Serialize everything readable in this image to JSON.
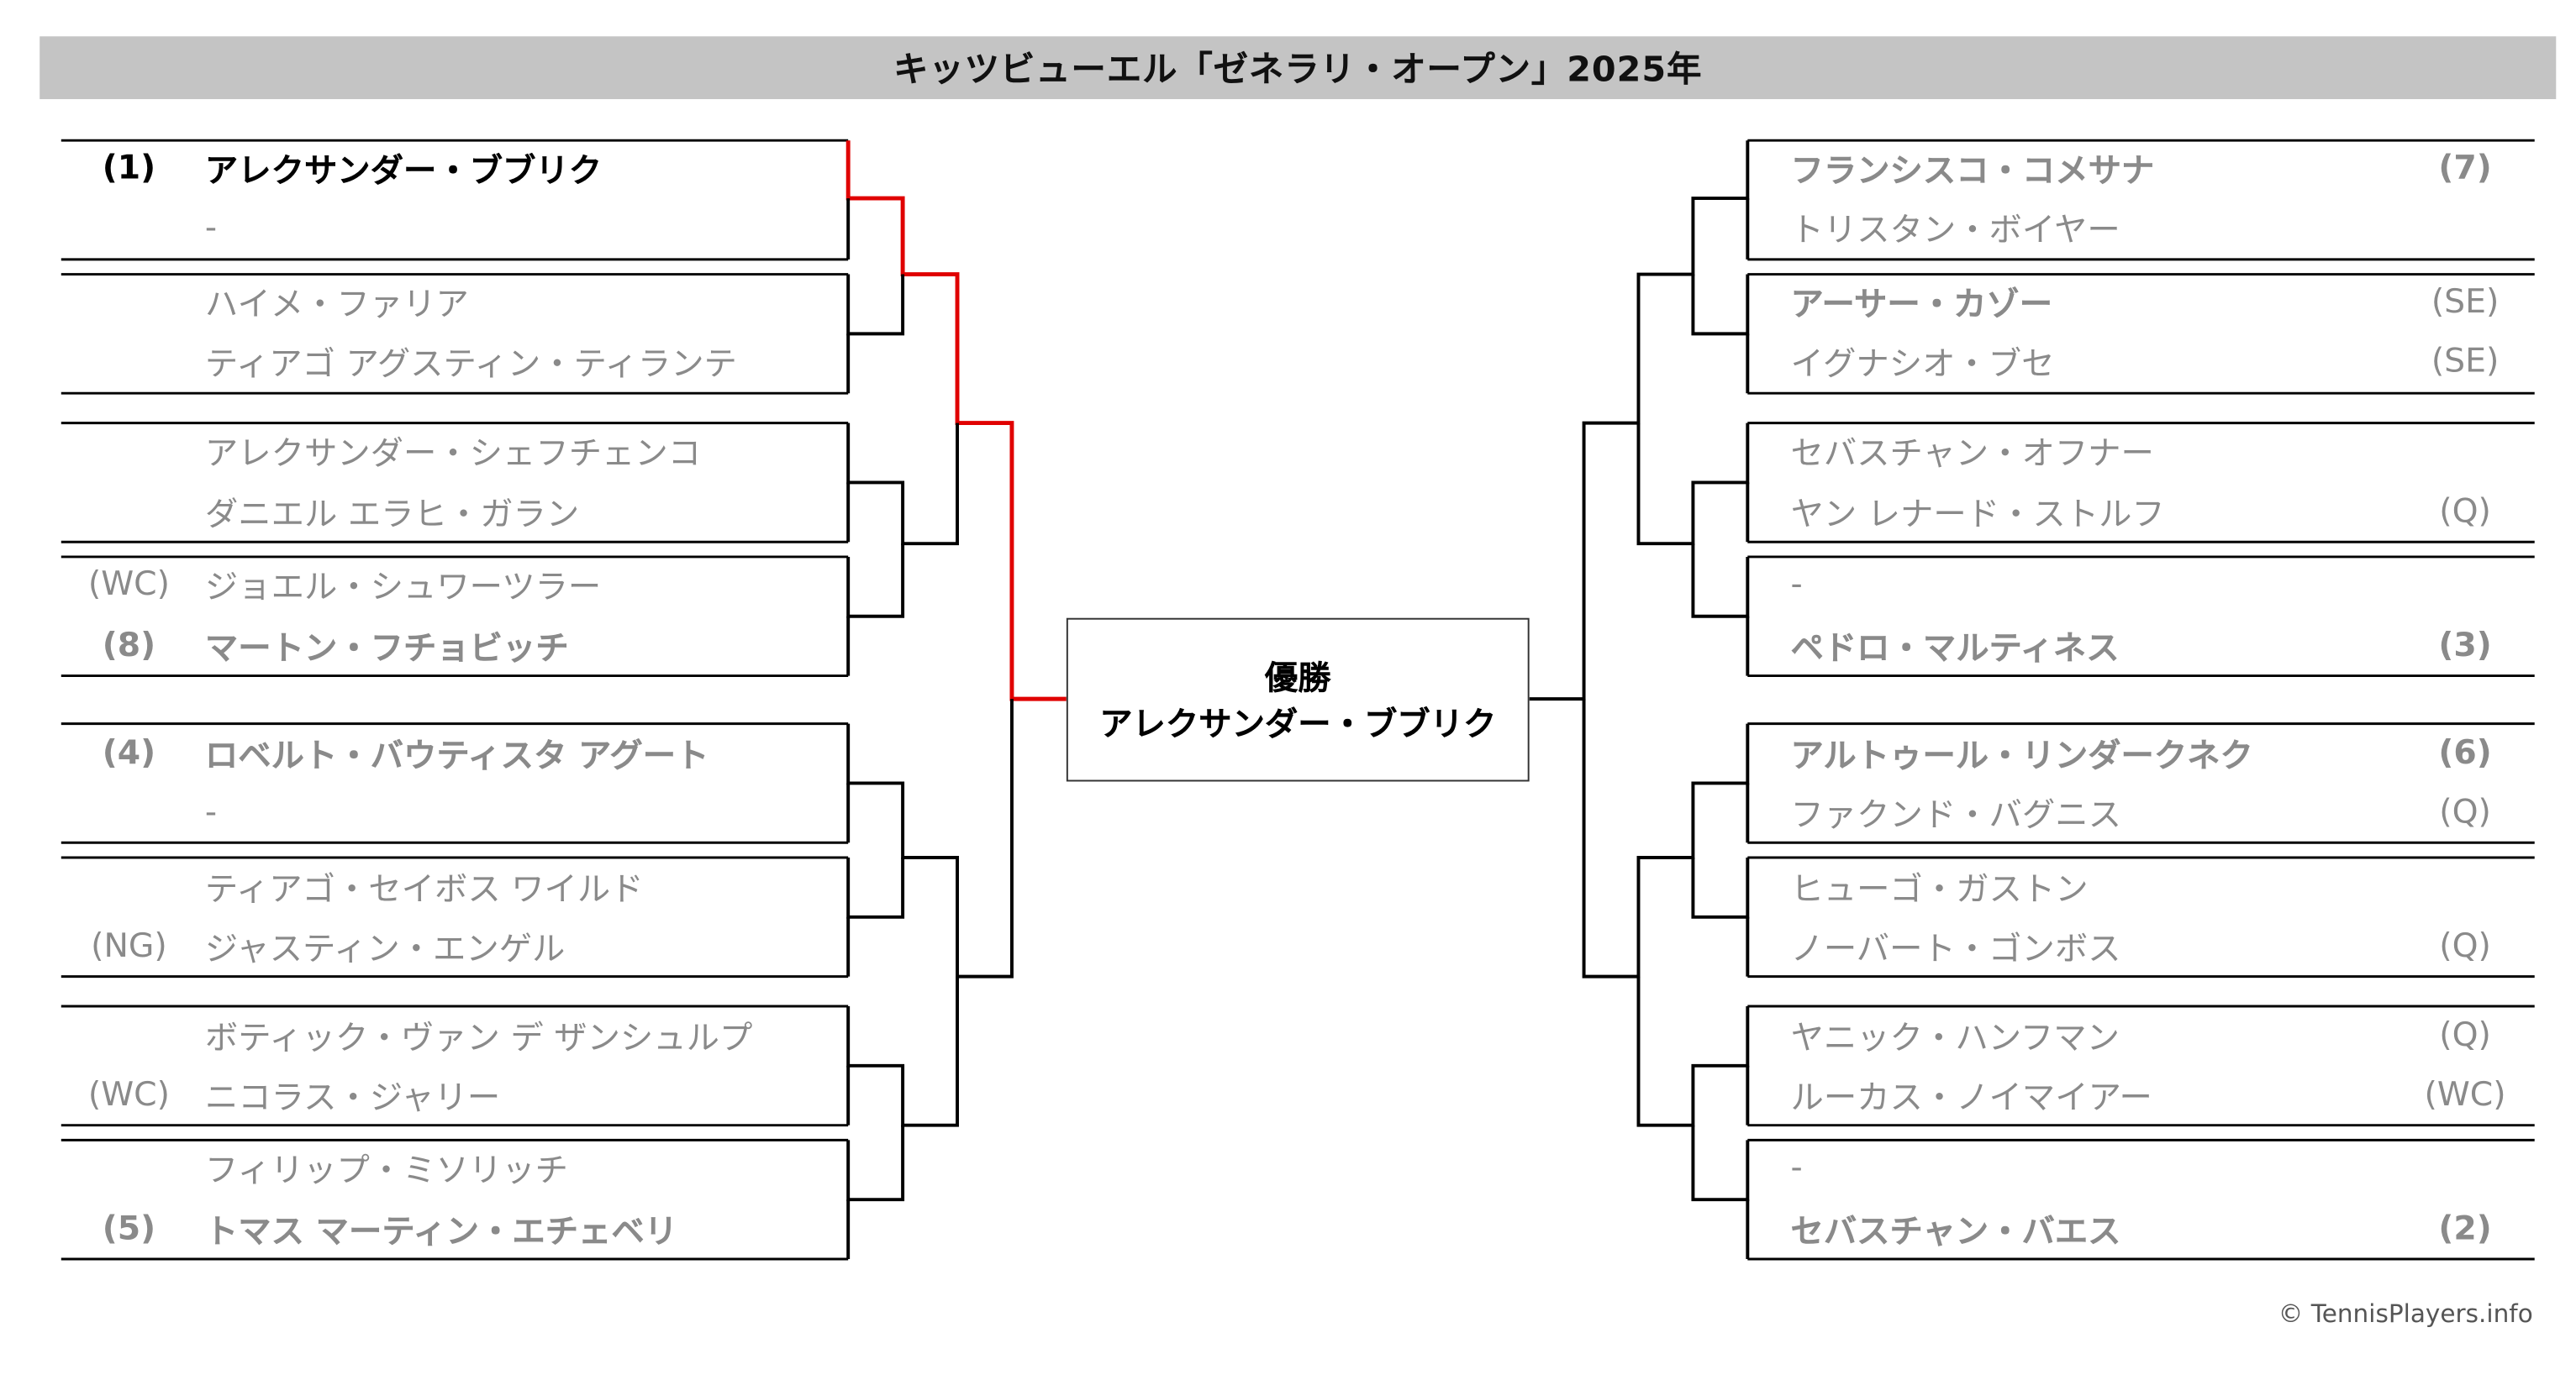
{
  "title": "キッツビューエル「ゼネラリ・オープン」2025年",
  "champion": {
    "label": "優勝",
    "name": "アレクサンダー・ブブリク"
  },
  "left_draw": [
    {
      "seed": "(1)",
      "name": "アレクサンダー・ブブリク",
      "bold": true,
      "winner": true
    },
    {
      "seed": "",
      "name": "-",
      "bold": false
    },
    {
      "seed": "",
      "name": "ハイメ・ファリア",
      "bold": false
    },
    {
      "seed": "",
      "name": "ティアゴ アグスティン・ティランテ",
      "bold": false
    },
    {
      "seed": "",
      "name": "アレクサンダー・シェフチェンコ",
      "bold": false
    },
    {
      "seed": "",
      "name": "ダニエル エラヒ・ガラン",
      "bold": false
    },
    {
      "seed": "(WC)",
      "name": "ジョエル・シュワーツラー",
      "bold": false
    },
    {
      "seed": "(8)",
      "name": "マートン・フチョビッチ",
      "bold": true
    },
    {
      "seed": "(4)",
      "name": "ロベルト・バウティスタ アグート",
      "bold": true
    },
    {
      "seed": "",
      "name": "-",
      "bold": false
    },
    {
      "seed": "",
      "name": "ティアゴ・セイボス ワイルド",
      "bold": false
    },
    {
      "seed": "(NG)",
      "name": "ジャスティン・エンゲル",
      "bold": false
    },
    {
      "seed": "",
      "name": "ボティック・ヴァン デ ザンシュルプ",
      "bold": false
    },
    {
      "seed": "(WC)",
      "name": "ニコラス・ジャリー",
      "bold": false
    },
    {
      "seed": "",
      "name": "フィリップ・ミソリッチ",
      "bold": false
    },
    {
      "seed": "(5)",
      "name": "トマス マーティン・エチェベリ",
      "bold": true
    }
  ],
  "right_draw": [
    {
      "seed": "(7)",
      "name": "フランシスコ・コメサナ",
      "bold": true
    },
    {
      "seed": "",
      "name": "トリスタン・ボイヤー",
      "bold": false
    },
    {
      "seed": "(SE)",
      "name": "アーサー・カゾー",
      "bold": true,
      "seed_normal": true
    },
    {
      "seed": "(SE)",
      "name": "イグナシオ・ブセ",
      "bold": false
    },
    {
      "seed": "",
      "name": "セバスチャン・オフナー",
      "bold": false
    },
    {
      "seed": "(Q)",
      "name": "ヤン レナード・ストルフ",
      "bold": false
    },
    {
      "seed": "",
      "name": "-",
      "bold": false
    },
    {
      "seed": "(3)",
      "name": "ペドロ・マルティネス",
      "bold": true
    },
    {
      "seed": "(6)",
      "name": "アルトゥール・リンダークネク",
      "bold": true
    },
    {
      "seed": "(Q)",
      "name": "ファクンド・バグニス",
      "bold": false
    },
    {
      "seed": "",
      "name": "ヒューゴ・ガストン",
      "bold": false
    },
    {
      "seed": "(Q)",
      "name": "ノーバート・ゴンボス",
      "bold": false
    },
    {
      "seed": "(Q)",
      "name": "ヤニック・ハンフマン",
      "bold": false
    },
    {
      "seed": "(WC)",
      "name": "ルーカス・ノイマイアー",
      "bold": false
    },
    {
      "seed": "",
      "name": "-",
      "bold": false
    },
    {
      "seed": "(2)",
      "name": "セバスチャン・バエス",
      "bold": true
    }
  ],
  "colors": {
    "winner_path": "#e00000",
    "line": "#000000",
    "title_bg": "#c4c4c4",
    "text_muted": "#8a8a8a"
  },
  "copyright": "© TennisPlayers.info"
}
